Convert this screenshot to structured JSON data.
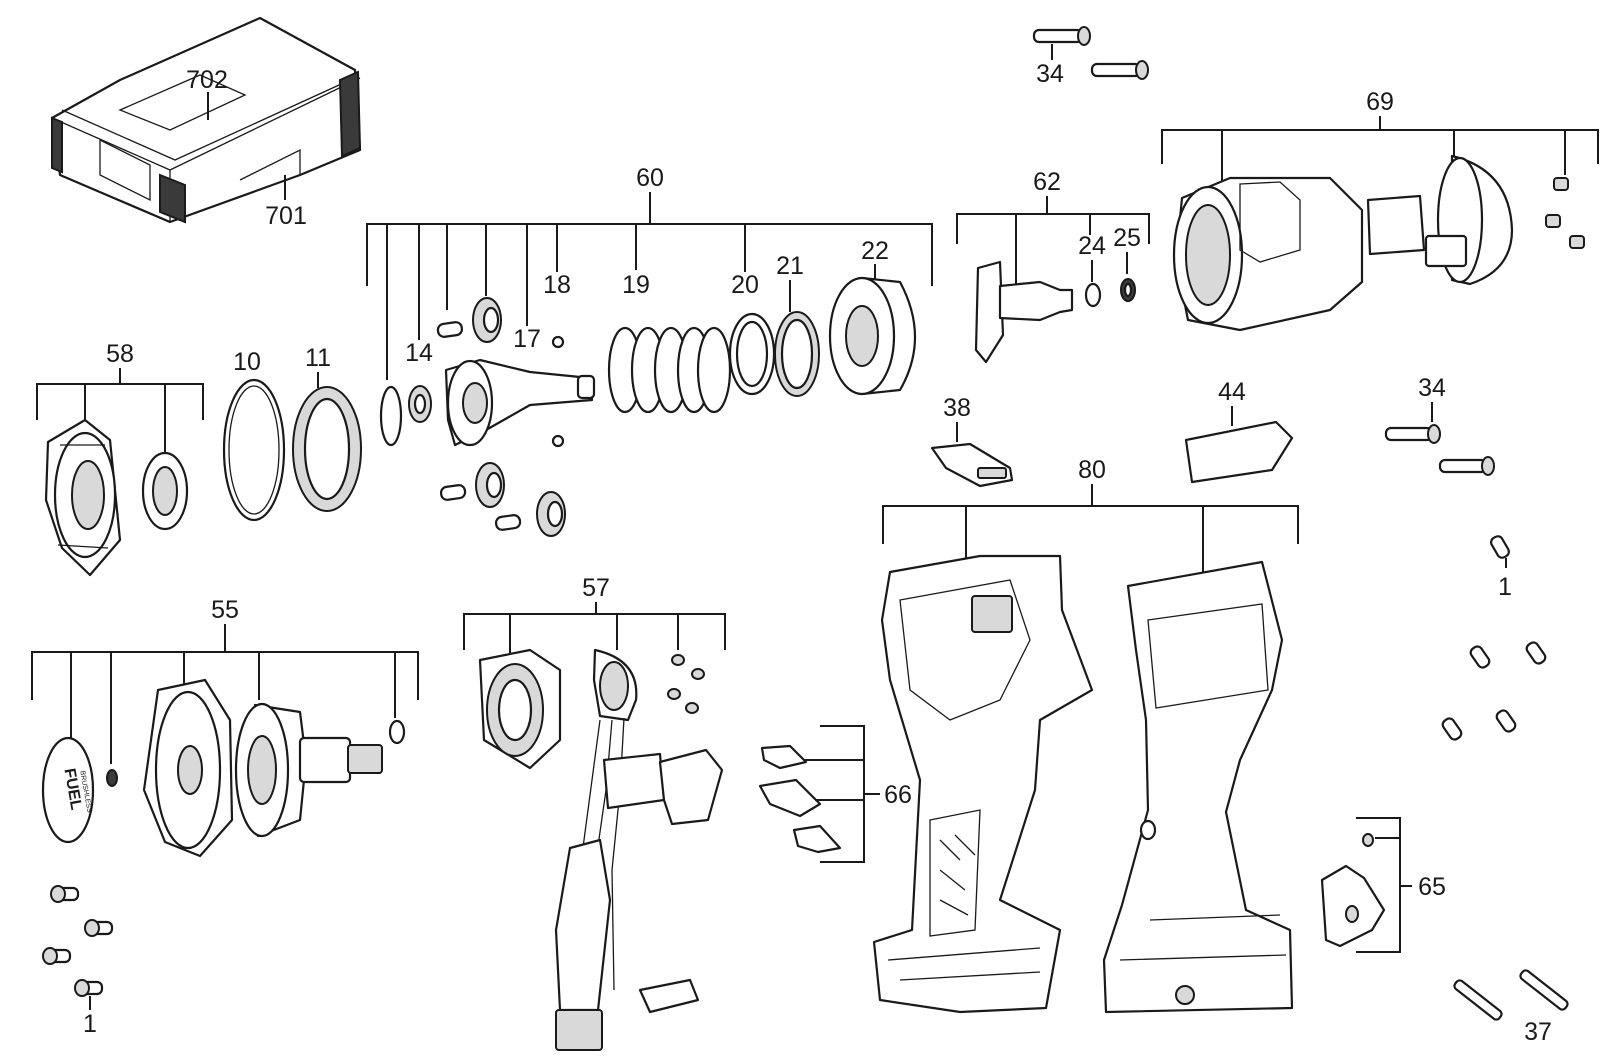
{
  "labels": {
    "l701": "701",
    "l702": "702",
    "l60": "60",
    "l18": "18",
    "l19": "19",
    "l20": "20",
    "l21": "21",
    "l22": "22",
    "l14": "14",
    "l17": "17",
    "l58": "58",
    "l10": "10",
    "l11": "11",
    "l62": "62",
    "l24": "24",
    "l25": "25",
    "l69": "69",
    "l34a": "34",
    "l34b": "34",
    "l38": "38",
    "l44": "44",
    "l80": "80",
    "l55": "55",
    "l57": "57",
    "l66": "66",
    "l65": "65",
    "l1a": "1",
    "l1b": "1",
    "l37": "37"
  },
  "fuel_badge": "FUEL",
  "fuel_badge_sub": "BRUSHLESS"
}
